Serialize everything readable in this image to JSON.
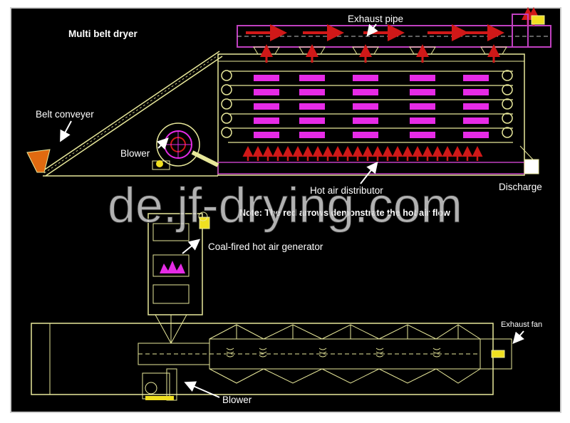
{
  "labels": {
    "title": "Multi belt dryer",
    "exhaust_pipe": "Exhaust pipe",
    "belt_conveyer": "Belt conveyer",
    "blower_top": "Blower",
    "hot_air_distributor": "Hot air distributor",
    "discharge": "Discharge",
    "note": "Note: The red arrows demonstrate the hot air flow",
    "coal_generator": "Coal-fired hot air generator",
    "exhaust_fan": "Exhaust fan",
    "blower_bottom": "Blower"
  },
  "watermark": "de.jf-drying.com",
  "colors": {
    "background": "#000000",
    "frame": "#ffffff",
    "lines": "#e8e89a",
    "air_flow": "#d01818",
    "heaters": "#e62be6",
    "pipe": "#c040c0",
    "label_text": "#ffffff",
    "watermark": "#d8d8d8"
  }
}
